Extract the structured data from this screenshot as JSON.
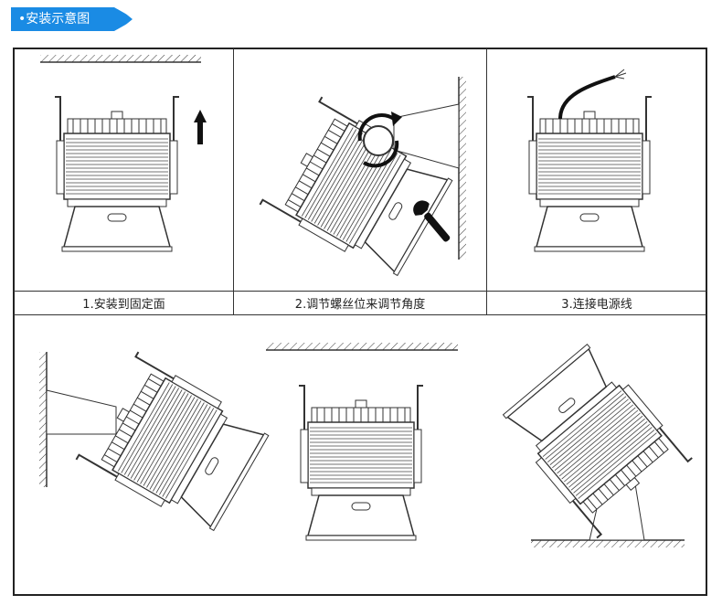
{
  "header": {
    "title": "•安装示意图"
  },
  "captions": [
    "1.安装到固定面",
    "2.调节螺丝位来调节角度",
    "3.连接电源线"
  ],
  "colors": {
    "accent": "#1a8be4",
    "line": "#333333"
  },
  "icons": [
    "arrow-up-icon",
    "rotate-arrows-icon",
    "wrench-icon",
    "power-cable-icon"
  ]
}
